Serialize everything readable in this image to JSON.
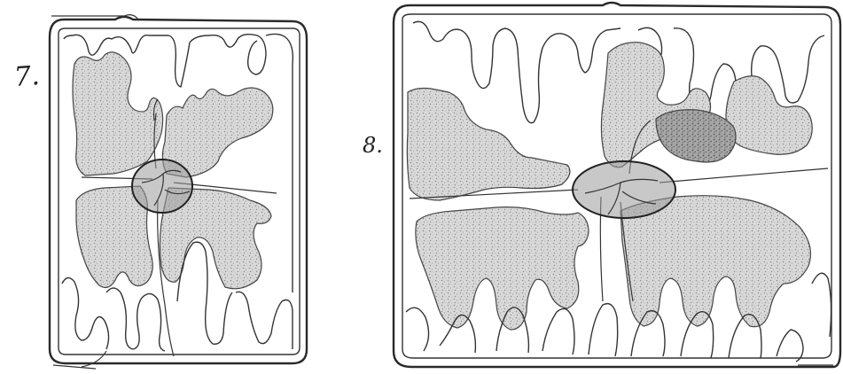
{
  "figures": [
    {
      "id": "fig-7",
      "label": "7."
    },
    {
      "id": "fig-8",
      "label": "8."
    }
  ],
  "colors": {
    "ink": "#2a2a2a",
    "stipple": "#b8b8b8",
    "paper": "#ffffff"
  }
}
